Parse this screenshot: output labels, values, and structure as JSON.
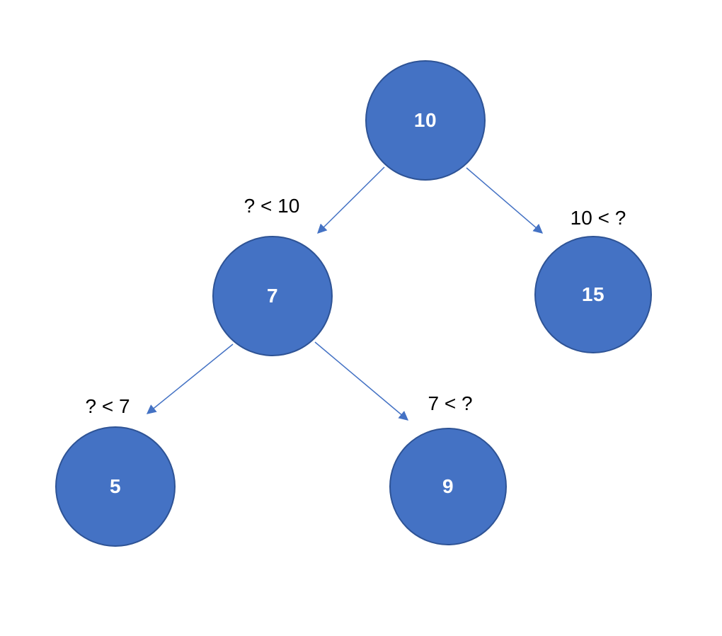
{
  "diagram": {
    "kind": "binary-search-tree",
    "colors": {
      "node_fill": "#4472C4",
      "node_border": "#2E5395",
      "node_text": "#FFFFFF",
      "arrow": "#4472C4",
      "edge_label_text": "#000000",
      "background": "#FFFFFF"
    },
    "nodes": [
      {
        "id": "root",
        "value": "10"
      },
      {
        "id": "left",
        "value": "7"
      },
      {
        "id": "right",
        "value": "15"
      },
      {
        "id": "left-left",
        "value": "5"
      },
      {
        "id": "left-right",
        "value": "9"
      }
    ],
    "edges": [
      {
        "from": "10",
        "to": "7",
        "label": "? < 10"
      },
      {
        "from": "10",
        "to": "15",
        "label": "10 < ?"
      },
      {
        "from": "7",
        "to": "5",
        "label": "? < 7"
      },
      {
        "from": "7",
        "to": "9",
        "label": "7 < ?"
      }
    ]
  }
}
